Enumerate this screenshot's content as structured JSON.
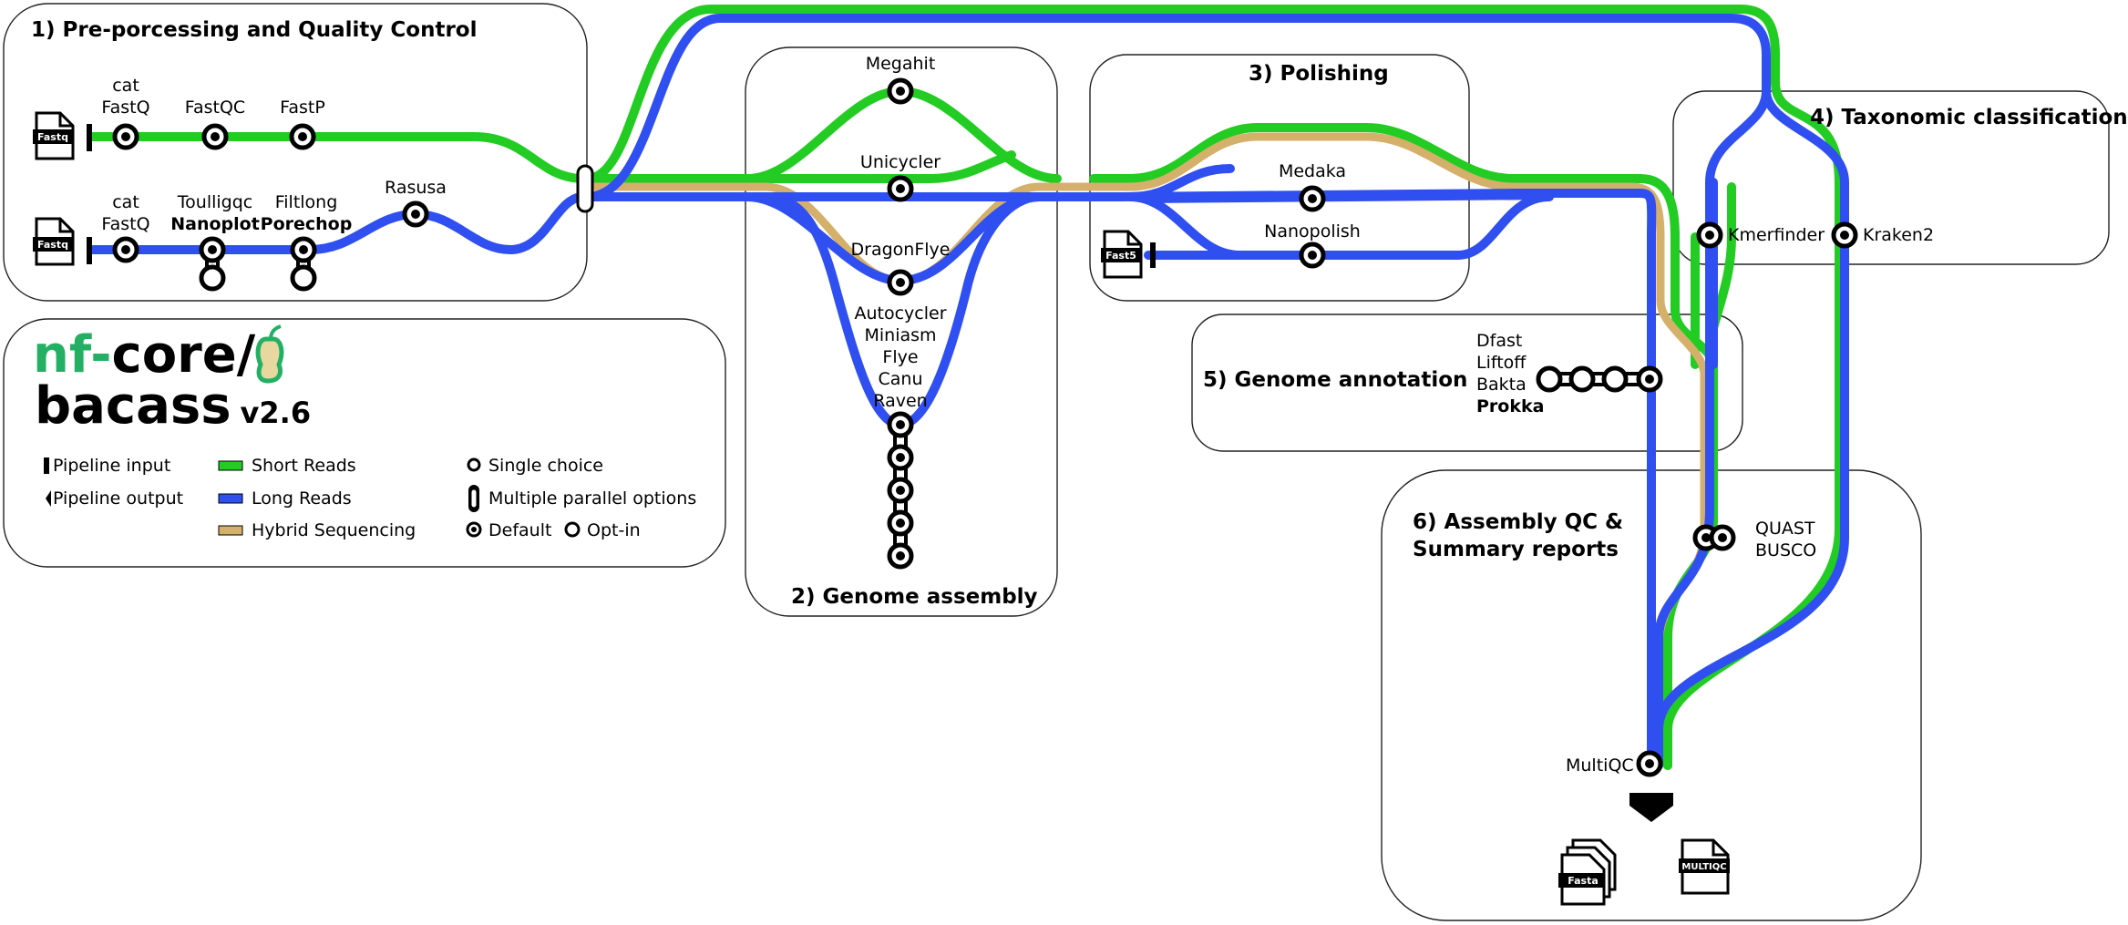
{
  "colors": {
    "short": "#22cc22",
    "long": "#2f4ff0",
    "hybrid": "#d4b06a",
    "line": "#000000"
  },
  "sections": {
    "s1": "1) Pre-porcessing and Quality Control",
    "s2": "2) Genome assembly",
    "s3": "3) Polishing",
    "s4": "4) Taxonomic classification",
    "s5": "5) Genome annotation",
    "s6_line1": "6) Assembly QC &",
    "s6_line2": "Summary reports"
  },
  "logo": {
    "prefix": "nf-",
    "core": "core/",
    "name": "bacass",
    "version": "v2.6"
  },
  "tools": {
    "cat_fastq_1a": "cat",
    "cat_fastq_1b": "FastQ",
    "fastqc": "FastQC",
    "fastp": "FastP",
    "cat_fastq_2a": "cat",
    "cat_fastq_2b": "FastQ",
    "toulligqc": "Toulligqc",
    "nanoplot": "Nanoplot",
    "filtlong": "Filtlong",
    "porechop": "Porechop",
    "rasusa": "Rasusa",
    "megahit": "Megahit",
    "unicycler": "Unicycler",
    "dragonflye": "DragonFlye",
    "autocycler": "Autocycler",
    "miniasm": "Miniasm",
    "flye": "Flye",
    "canu": "Canu",
    "raven": "Raven",
    "medaka": "Medaka",
    "nanopolish": "Nanopolish",
    "kmerfinder": "Kmerfinder",
    "kraken2": "Kraken2",
    "dfast": "Dfast",
    "liftoff": "Liftoff",
    "bakta": "Bakta",
    "prokka": "Prokka",
    "quast": "QUAST",
    "busco": "BUSCO",
    "multiqc": "MultiQC"
  },
  "files": {
    "fastq1": "Fastq",
    "fastq2": "Fastq",
    "fast5": "Fast5",
    "fasta": "Fasta",
    "multiqc": "MULTIQC"
  },
  "legend": {
    "pipeline_input": "Pipeline input",
    "pipeline_output": "Pipeline output",
    "short_reads": "Short Reads",
    "long_reads": "Long Reads",
    "hybrid": "Hybrid Sequencing",
    "single_choice": "Single choice",
    "multiple_parallel": "Multiple parallel options",
    "default": "Default",
    "opt_in": "Opt-in"
  }
}
